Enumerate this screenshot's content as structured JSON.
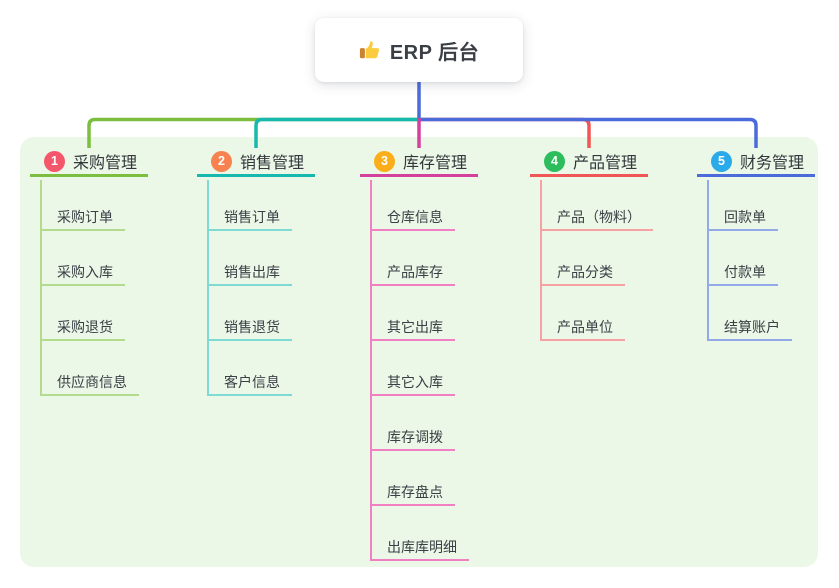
{
  "root": {
    "icon": "thumbs-up-icon",
    "title": "ERP 后台"
  },
  "colors": {
    "canvas": "#ffffff",
    "panel": "#ebf7e7",
    "root_line": "#4b6bdb",
    "text": "#3a3f45"
  },
  "branches": [
    {
      "index": "1",
      "label": "采购管理",
      "badge_color": "#f4566c",
      "line_color": "#7cbe3f",
      "child_line_color": "#b2db8d",
      "children": [
        "采购订单",
        "采购入库",
        "采购退货",
        "供应商信息"
      ]
    },
    {
      "index": "2",
      "label": "销售管理",
      "badge_color": "#f7824f",
      "line_color": "#17b9af",
      "child_line_color": "#7fdad3",
      "children": [
        "销售订单",
        "销售出库",
        "销售退货",
        "客户信息"
      ]
    },
    {
      "index": "3",
      "label": "库存管理",
      "badge_color": "#fbad1a",
      "line_color": "#d4419c",
      "child_line_color": "#f080c1",
      "children": [
        "仓库信息",
        "产品库存",
        "其它出库",
        "其它入库",
        "库存调拨",
        "库存盘点",
        "出库库明细"
      ]
    },
    {
      "index": "4",
      "label": "产品管理",
      "badge_color": "#2ebd5c",
      "line_color": "#f05656",
      "child_line_color": "#f6a2a2",
      "children": [
        "产品（物料）",
        "产品分类",
        "产品单位"
      ]
    },
    {
      "index": "5",
      "label": "财务管理",
      "badge_color": "#2baae9",
      "line_color": "#4b6bdb",
      "child_line_color": "#93aaea",
      "children": [
        "回款单",
        "付款单",
        "结算账户"
      ]
    }
  ]
}
